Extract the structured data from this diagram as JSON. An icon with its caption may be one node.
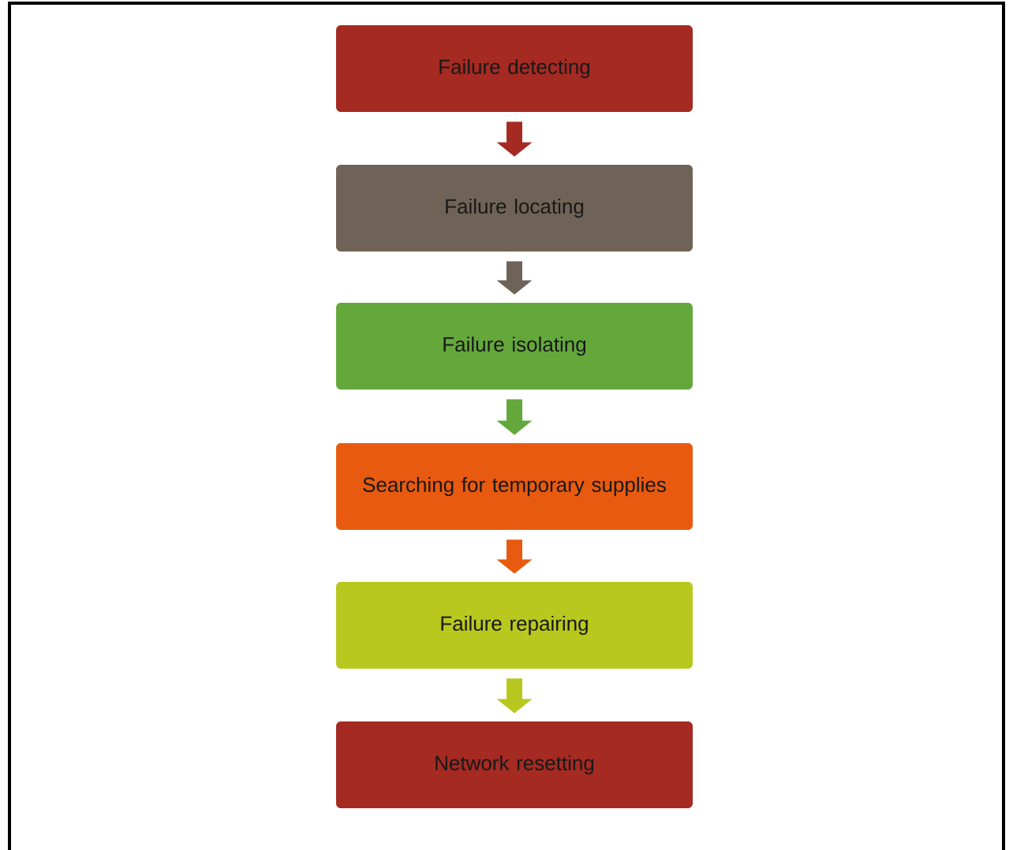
{
  "diagram": {
    "nodes": [
      {
        "text": [
          "Failure detecting"
        ]
      },
      {
        "text": [
          "Failure locating"
        ]
      },
      {
        "text": [
          "Failure isolating"
        ]
      },
      {
        "text": [
          "Searching for temporary supplies"
        ]
      },
      {
        "text": [
          "Failure repairing"
        ]
      },
      {
        "text": [
          "Network resetting"
        ]
      }
    ],
    "edges": [
      {
        "from": 0,
        "to": 1,
        "arrow": "to",
        "color": "#a52a22"
      },
      {
        "from": 1,
        "to": 2,
        "arrow": "to",
        "color": "#6e6356"
      },
      {
        "from": 2,
        "to": 3,
        "arrow": "to",
        "color": "#64a83c"
      },
      {
        "from": 3,
        "to": 4,
        "arrow": "to",
        "color": "#e85a10"
      },
      {
        "from": 4,
        "to": 5,
        "arrow": "to",
        "color": "#b8c81e"
      }
    ]
  }
}
